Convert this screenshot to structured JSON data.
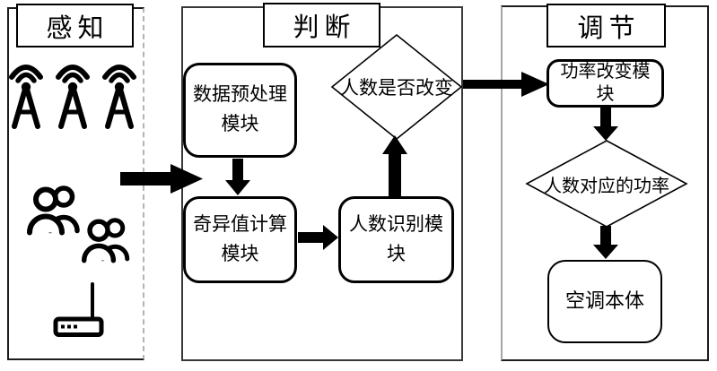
{
  "stages": {
    "perception": {
      "title": "感知",
      "icon_names": [
        "signal-tower-icon",
        "signal-tower-icon",
        "signal-tower-icon",
        "people-group-icon",
        "people-group-icon",
        "router-icon"
      ]
    },
    "judgment": {
      "title": "判断",
      "preprocess": {
        "line1": "数据预处理",
        "line2": "模块"
      },
      "svd": {
        "line1": "奇异值计算",
        "line2": "模块"
      },
      "count": {
        "line1": "人数识别模",
        "line2": "块"
      },
      "decision": "人数是否改变"
    },
    "regulation": {
      "title": "调节",
      "power": {
        "line1": "功率改变模",
        "line2": "块"
      },
      "decision": "人数对应的功率",
      "ac": "空调本体"
    }
  },
  "colors": {
    "ink": "#000000",
    "background": "#ffffff",
    "panel_border": "#333333",
    "perception_dashed_border": "#b4b4b4",
    "regulation_left_border": "#a6a6a6"
  }
}
